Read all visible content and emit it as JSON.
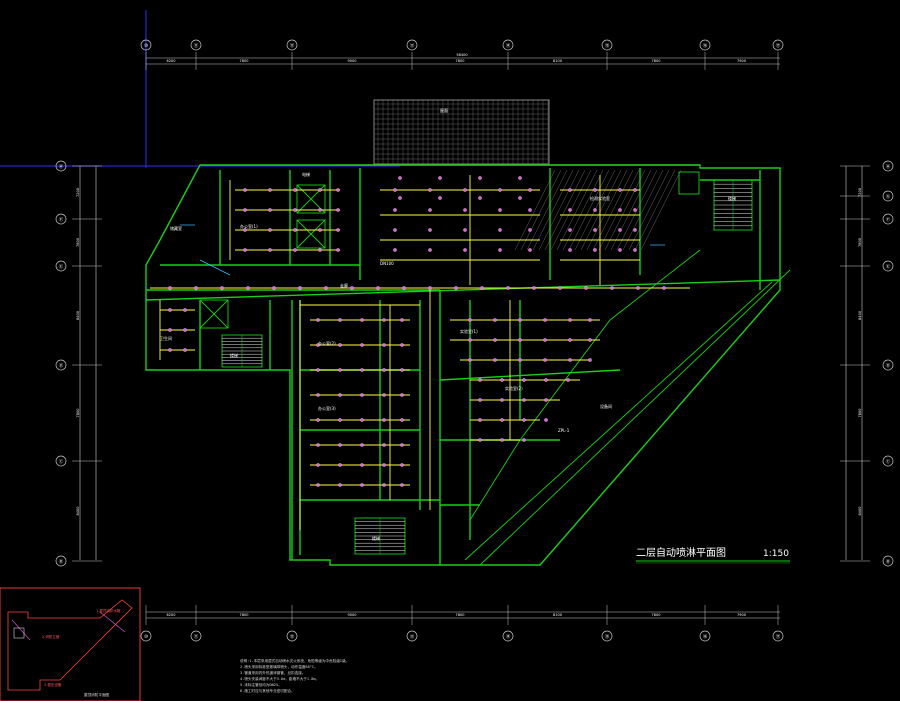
{
  "drawing": {
    "title": "二层自动喷淋平面图",
    "scale": "1:150",
    "colors": {
      "background": "#000000",
      "wall": "#18d018",
      "sprinkler_pipe": "#ffff40",
      "sprinkler_head": "#e060e0",
      "axis": "#c8c8c8",
      "highlight": "#ff4040",
      "crosshair": "#3030ff",
      "hatch": "#a8a8a8",
      "accent_blue": "#40c0ff",
      "room_text": "#ffffff"
    },
    "axes_top": [
      "⑩",
      "⑪",
      "⑫",
      "⑬",
      "⑭",
      "⑮",
      "⑯",
      "⑰"
    ],
    "axes_bottom": [
      "⑩",
      "⑪",
      "⑫",
      "⑬",
      "⑭",
      "⑮",
      "⑯",
      "⑰"
    ],
    "axes_left": [
      "Ⓗ",
      "Ⓕ",
      "Ⓔ",
      "Ⓓ",
      "Ⓒ",
      "Ⓑ"
    ],
    "axes_right": [
      "Ⓗ",
      "Ⓖ",
      "Ⓕ",
      "Ⓔ",
      "Ⓓ",
      "Ⓒ",
      "Ⓑ"
    ],
    "dim_top_total": "58400",
    "dim_top": [
      "6200",
      "7800",
      "9000",
      "7800",
      "8100",
      "7800",
      "7900"
    ],
    "dim_bottom": [
      "6200",
      "7800",
      "9000",
      "7800",
      "8100",
      "7800",
      "7900"
    ],
    "dim_side": [
      "7200",
      "7800",
      "8400",
      "7800",
      "8400"
    ],
    "rooms": [
      {
        "id": "office-1",
        "name": "办公室(1)"
      },
      {
        "id": "office-2",
        "name": "办公室(2)"
      },
      {
        "id": "office-3",
        "name": "办公室(3)"
      },
      {
        "id": "lab-1",
        "name": "检测实验室"
      },
      {
        "id": "lab-2",
        "name": "实验室(1)"
      },
      {
        "id": "lab-3",
        "name": "实验室(2)"
      },
      {
        "id": "stair-1",
        "name": "楼梯"
      },
      {
        "id": "stair-2",
        "name": "楼梯"
      },
      {
        "id": "stair-3",
        "name": "楼梯"
      },
      {
        "id": "elevator",
        "name": "电梯"
      },
      {
        "id": "toilet",
        "name": "卫生间"
      },
      {
        "id": "corridor",
        "name": "走廊"
      },
      {
        "id": "storage",
        "name": "储藏室"
      },
      {
        "id": "equipment",
        "name": "设备间"
      }
    ],
    "labels": {
      "pipe_dn": "DN100",
      "riser": "ZPL-1",
      "roof_label": "屋面"
    },
    "inset": {
      "title": "屋顶消防平面图",
      "notes": [
        "1.屋顶消防水箱",
        "2.消防立管",
        "3.稳压设备"
      ]
    },
    "notes": [
      "说明:1.本层采用湿式自动喷水灭火系统，危险等级为中危险级I级。",
      "2.喷头采用标准型玻璃球喷头，动作温度68°C。",
      "3.管道采用内外热镀锌钢管，丝扣连接。",
      "4.喷头安装间距不大于3.6m，距墙不大于1.8m。",
      "5.未标注管径均为DN25。",
      "6.施工时应与其他专业密切配合。"
    ]
  }
}
